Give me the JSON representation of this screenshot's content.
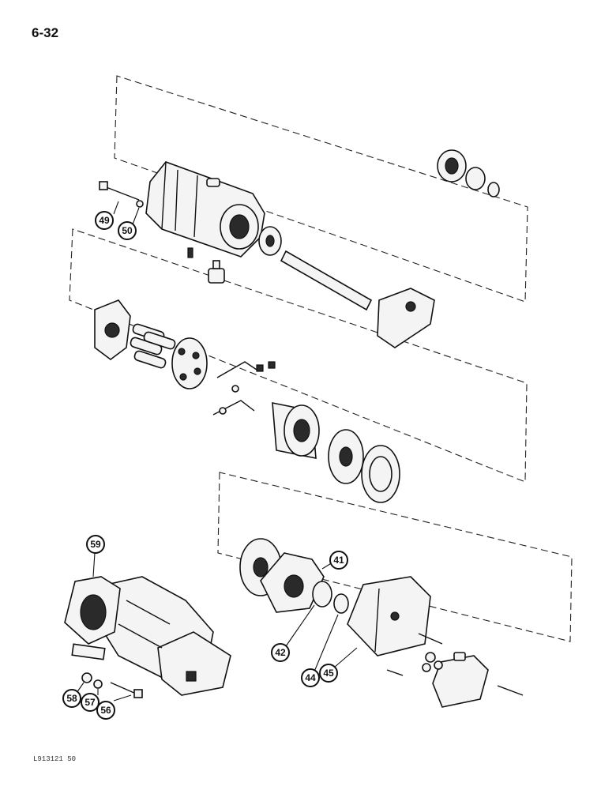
{
  "page": {
    "number": "6-32",
    "figure_code": "L913121 50"
  },
  "callouts": [
    {
      "id": "41",
      "label": "41"
    },
    {
      "id": "42",
      "label": "42"
    },
    {
      "id": "44",
      "label": "44"
    },
    {
      "id": "45",
      "label": "45"
    },
    {
      "id": "49",
      "label": "49"
    },
    {
      "id": "50",
      "label": "50"
    },
    {
      "id": "56",
      "label": "56"
    },
    {
      "id": "57",
      "label": "57"
    },
    {
      "id": "58",
      "label": "58"
    },
    {
      "id": "59",
      "label": "59"
    }
  ]
}
